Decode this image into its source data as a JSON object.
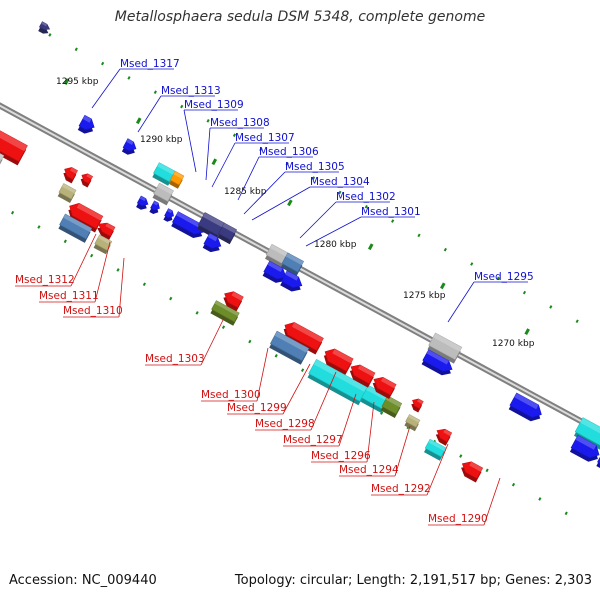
{
  "title": "Metallosphaera sedula DSM 5348, complete genome",
  "footer": {
    "accession": "Accession: NC_009440",
    "summary": "Topology: circular; Length: 2,191,517 bp; Genes: 2,303"
  },
  "colors": {
    "forward_label": "#1010d0",
    "reverse_label": "#d01010",
    "backbone": "#808080",
    "tick": "#1a8a1a",
    "blue": "#1a1aee",
    "red": "#ee1111",
    "gray": "#bcbcbc",
    "steel": "#4f7fb5",
    "cyan": "#22dddd",
    "khaki": "#b8b27a",
    "olive": "#6d8c2a",
    "orange": "#ff9900",
    "navy": "#3a3a80"
  },
  "scale_labels": [
    "1295 kbp",
    "1290 kbp",
    "1285 kbp",
    "1280 kbp",
    "1275 kbp",
    "1270 kbp"
  ],
  "forward_genes": [
    "Msed_1317",
    "Msed_1313",
    "Msed_1309",
    "Msed_1308",
    "Msed_1307",
    "Msed_1306",
    "Msed_1305",
    "Msed_1304",
    "Msed_1302",
    "Msed_1301",
    "Msed_1295"
  ],
  "reverse_genes": [
    "Msed_1312",
    "Msed_1311",
    "Msed_1310",
    "Msed_1303",
    "Msed_1300",
    "Msed_1299",
    "Msed_1298",
    "Msed_1297",
    "Msed_1296",
    "Msed_1294",
    "Msed_1292",
    "Msed_1290"
  ]
}
